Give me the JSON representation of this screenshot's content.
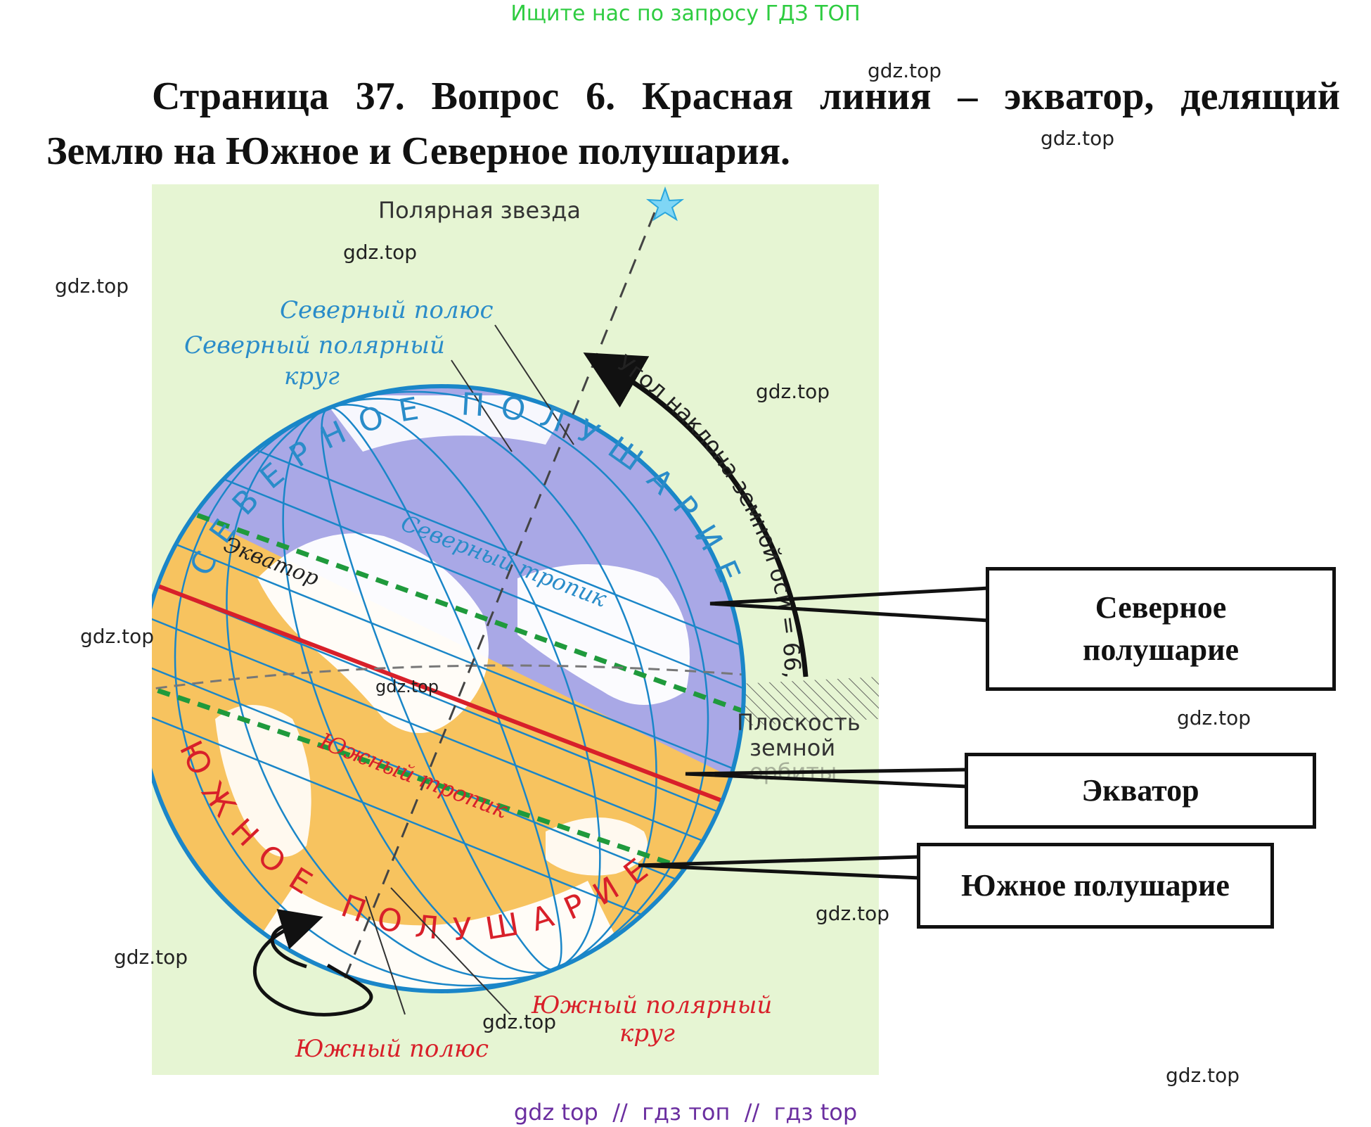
{
  "promo_text": "Ищите нас по запросу ГДЗ ТОП",
  "heading": {
    "line1": "Страница 37. Вопрос 6. Красная линия – экватор, делящий",
    "line2": "Землю на Южное и Северное полушария."
  },
  "watermark": "gdz.top",
  "footer_text": "gdz top  //  гдз топ  //  гдз top",
  "diagram": {
    "polar_star": "Полярная звезда",
    "north_pole": "Северный полюс",
    "arctic_circle_line1": "Северный полярный",
    "arctic_circle_line2": "круг",
    "northern_hemisphere_arc": "СЕВЕРНОЕ ПОЛУШАРИЕ",
    "southern_hemisphere_arc": "ЮЖНОЕ ПОЛУШАРИЕ",
    "axis_tilt": "Угол наклона земной оси = 66,5°",
    "equator": "Экватор",
    "tropic_of_cancer": "Северный тропик",
    "tropic_of_capricorn": "Южный тропик",
    "orbit_plane_line1": "Плоскость",
    "orbit_plane_line2": "земной",
    "orbit_plane_line3": "орбиты",
    "antarctic_circle_line1": "Южный полярный",
    "antarctic_circle_line2": "круг",
    "south_pole": "Южный полюс"
  },
  "callouts": {
    "northern": "Северное полушарие",
    "equator": "Экватор",
    "southern": "Южное полушарие"
  },
  "colors": {
    "promo": "#2ecc40",
    "diagram_background": "#e6f5d3",
    "northern_fill": "#a9a8e6",
    "southern_fill": "#f7c35f",
    "equator_line": "#d8202a",
    "tropic_lines": "#1f9a3c",
    "grid_lines": "#1a86c8",
    "north_labels": "#2a8cc9",
    "south_labels": "#d8202a",
    "footer": "#6b2fa0"
  }
}
